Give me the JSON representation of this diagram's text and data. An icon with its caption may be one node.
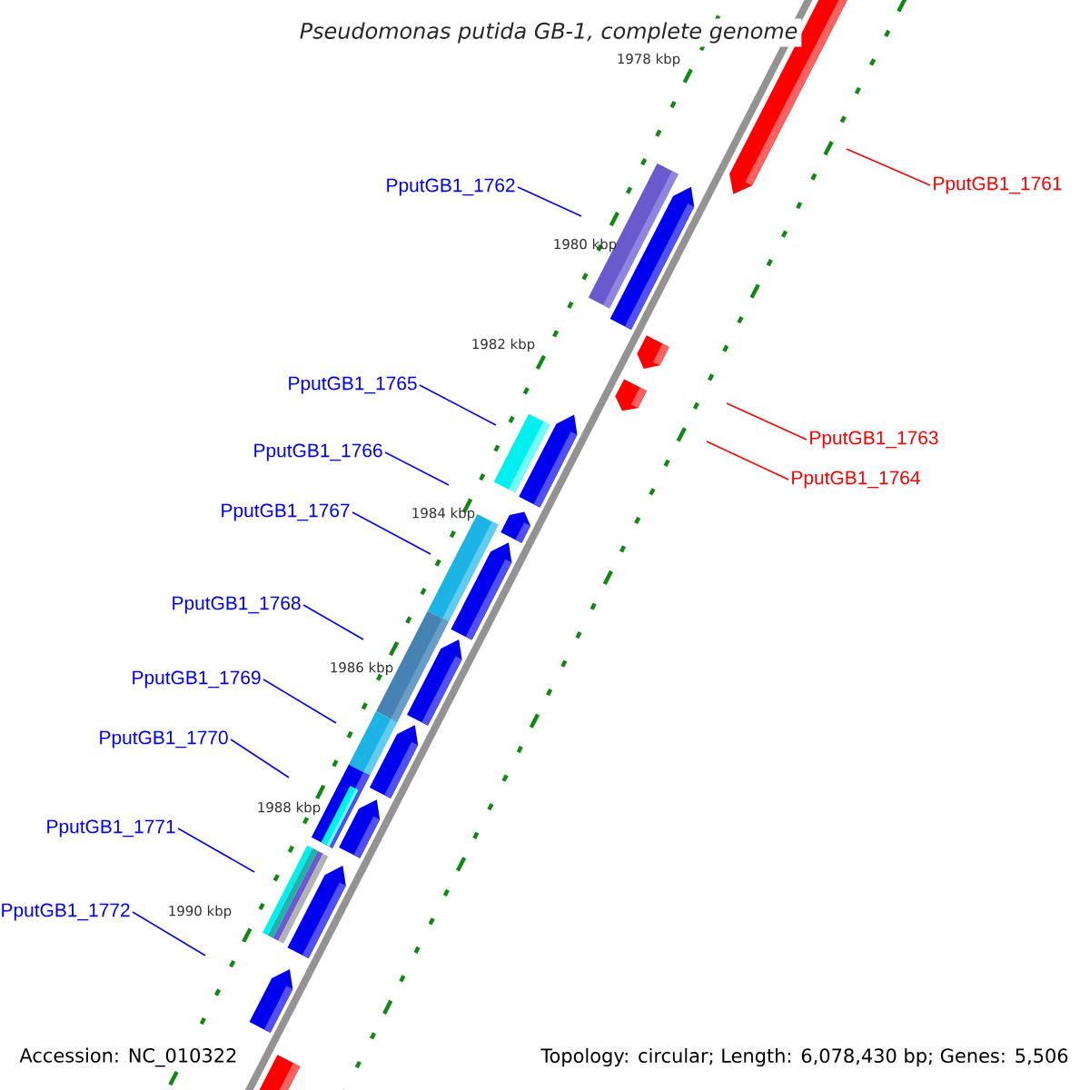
{
  "diagram": {
    "title": "Pseudomonas putida GB-1, complete genome",
    "nodes": [
      {
        "text": [
          "PputGB1_1762"
        ]
      },
      {
        "text": [
          "PputGB1_1761"
        ]
      },
      {
        "text": [
          "PputGB1_1765"
        ]
      },
      {
        "text": [
          "PputGB1_1763"
        ]
      },
      {
        "text": [
          "PputGB1_1766"
        ]
      },
      {
        "text": [
          "PputGB1_1764"
        ]
      },
      {
        "text": [
          "PputGB1_1767"
        ]
      },
      {
        "text": [
          "PputGB1_1768"
        ]
      },
      {
        "text": [
          "PputGB1_1769"
        ]
      },
      {
        "text": [
          "PputGB1_1770"
        ]
      },
      {
        "text": [
          "PputGB1_1771"
        ]
      },
      {
        "text": [
          "PputGB1_1772"
        ]
      }
    ],
    "edges": [
      {
        "from": 0,
        "to": null,
        "arrow": "none"
      },
      {
        "from": 1,
        "to": null,
        "arrow": "none",
        "color": "#ff0000"
      },
      {
        "from": 2,
        "to": null,
        "arrow": "none"
      },
      {
        "from": 3,
        "to": null,
        "arrow": "none",
        "color": "#ff0000"
      },
      {
        "from": 4,
        "to": null,
        "arrow": "none"
      },
      {
        "from": 5,
        "to": null,
        "arrow": "none",
        "color": "#ff0000"
      },
      {
        "from": 6,
        "to": null,
        "arrow": "none"
      },
      {
        "from": 7,
        "to": null,
        "arrow": "none"
      },
      {
        "from": 8,
        "to": null,
        "arrow": "none"
      },
      {
        "from": 9,
        "to": null,
        "arrow": "none"
      },
      {
        "from": 10,
        "to": null,
        "arrow": "none"
      },
      {
        "from": 11,
        "to": null,
        "arrow": "none"
      }
    ],
    "labels": [
      "1978 kbp",
      "1980 kbp",
      "1982 kbp",
      "1984 kbp",
      "1986 kbp",
      "1988 kbp",
      "1990 kbp",
      "Accession: NC_010322",
      "Topology: circular; Length: 6,078,430 bp; Genes: 5,506"
    ]
  }
}
